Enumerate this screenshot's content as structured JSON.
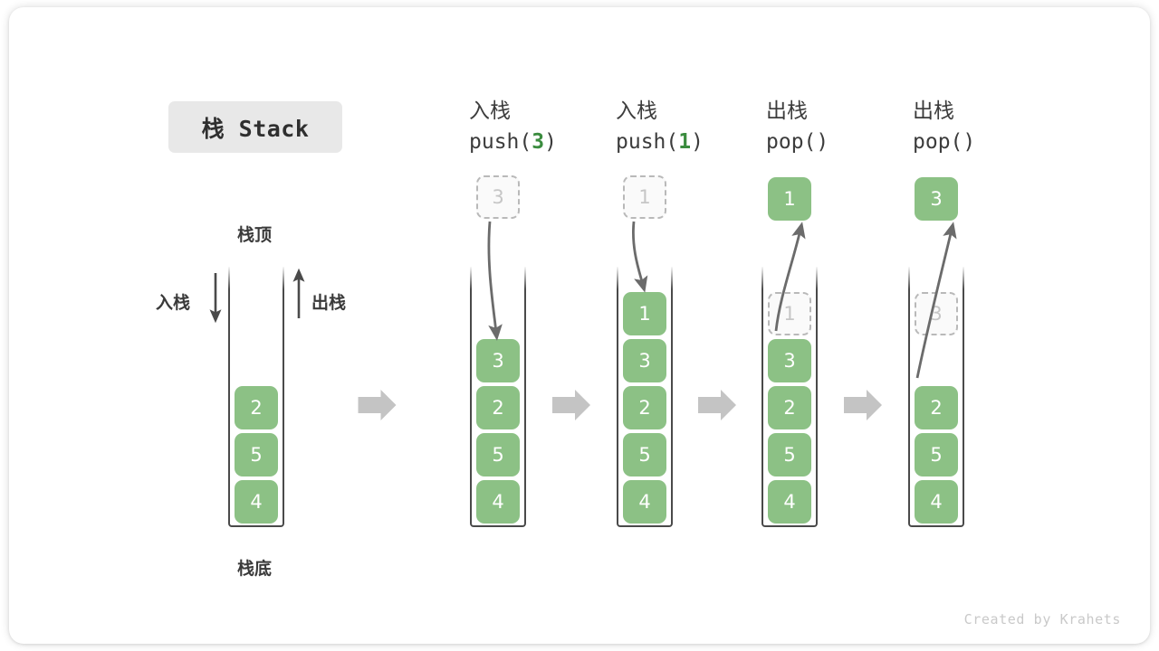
{
  "title_chip": {
    "label": "栈 Stack"
  },
  "footer": {
    "credit": "Created by Krahets"
  },
  "labels": {
    "top": "栈顶",
    "bottom": "栈底",
    "push_side": "入栈",
    "pop_side": "出栈"
  },
  "colors": {
    "cell_fill": "#8cc185",
    "cell_text": "#ffffff",
    "ghost_fill": "#fafafa",
    "ghost_border": "#b9b9b9",
    "ghost_text": "#c6c6c6",
    "arrow_gray": "#c4c4c4",
    "curve_arrow": "#6b6b6b",
    "wall": "#4a4a4a",
    "code_arg": "#3b8c3f",
    "chip_bg": "#e8e8e8"
  },
  "columns": [
    {
      "id": "initial",
      "header_cn": "",
      "header_code": "",
      "header_arg": "",
      "header_code_tail": "",
      "stack": [
        "2",
        "5",
        "4"
      ],
      "ghost": null,
      "floating": null
    },
    {
      "id": "push-3",
      "header_cn": "入栈",
      "header_code": "push(",
      "header_arg": "3",
      "header_code_tail": ")",
      "stack": [
        "3",
        "2",
        "5",
        "4"
      ],
      "ghost": null,
      "floating": {
        "value": "3",
        "style": "ghost"
      }
    },
    {
      "id": "push-1",
      "header_cn": "入栈",
      "header_code": "push(",
      "header_arg": "1",
      "header_code_tail": ")",
      "stack": [
        "1",
        "3",
        "2",
        "5",
        "4"
      ],
      "ghost": null,
      "floating": {
        "value": "1",
        "style": "ghost"
      }
    },
    {
      "id": "pop-1",
      "header_cn": "出栈",
      "header_code": "pop(",
      "header_arg": "",
      "header_code_tail": ")",
      "stack": [
        "3",
        "2",
        "5",
        "4"
      ],
      "ghost": {
        "value": "1",
        "slot": 0
      },
      "floating": {
        "value": "1",
        "style": "filled"
      }
    },
    {
      "id": "pop-2",
      "header_cn": "出栈",
      "header_code": "pop(",
      "header_arg": "",
      "header_code_tail": ")",
      "stack": [
        "2",
        "5",
        "4"
      ],
      "ghost": {
        "value": "3",
        "slot": 1
      },
      "floating": {
        "value": "3",
        "style": "filled"
      }
    }
  ],
  "flow_arrows": 4
}
